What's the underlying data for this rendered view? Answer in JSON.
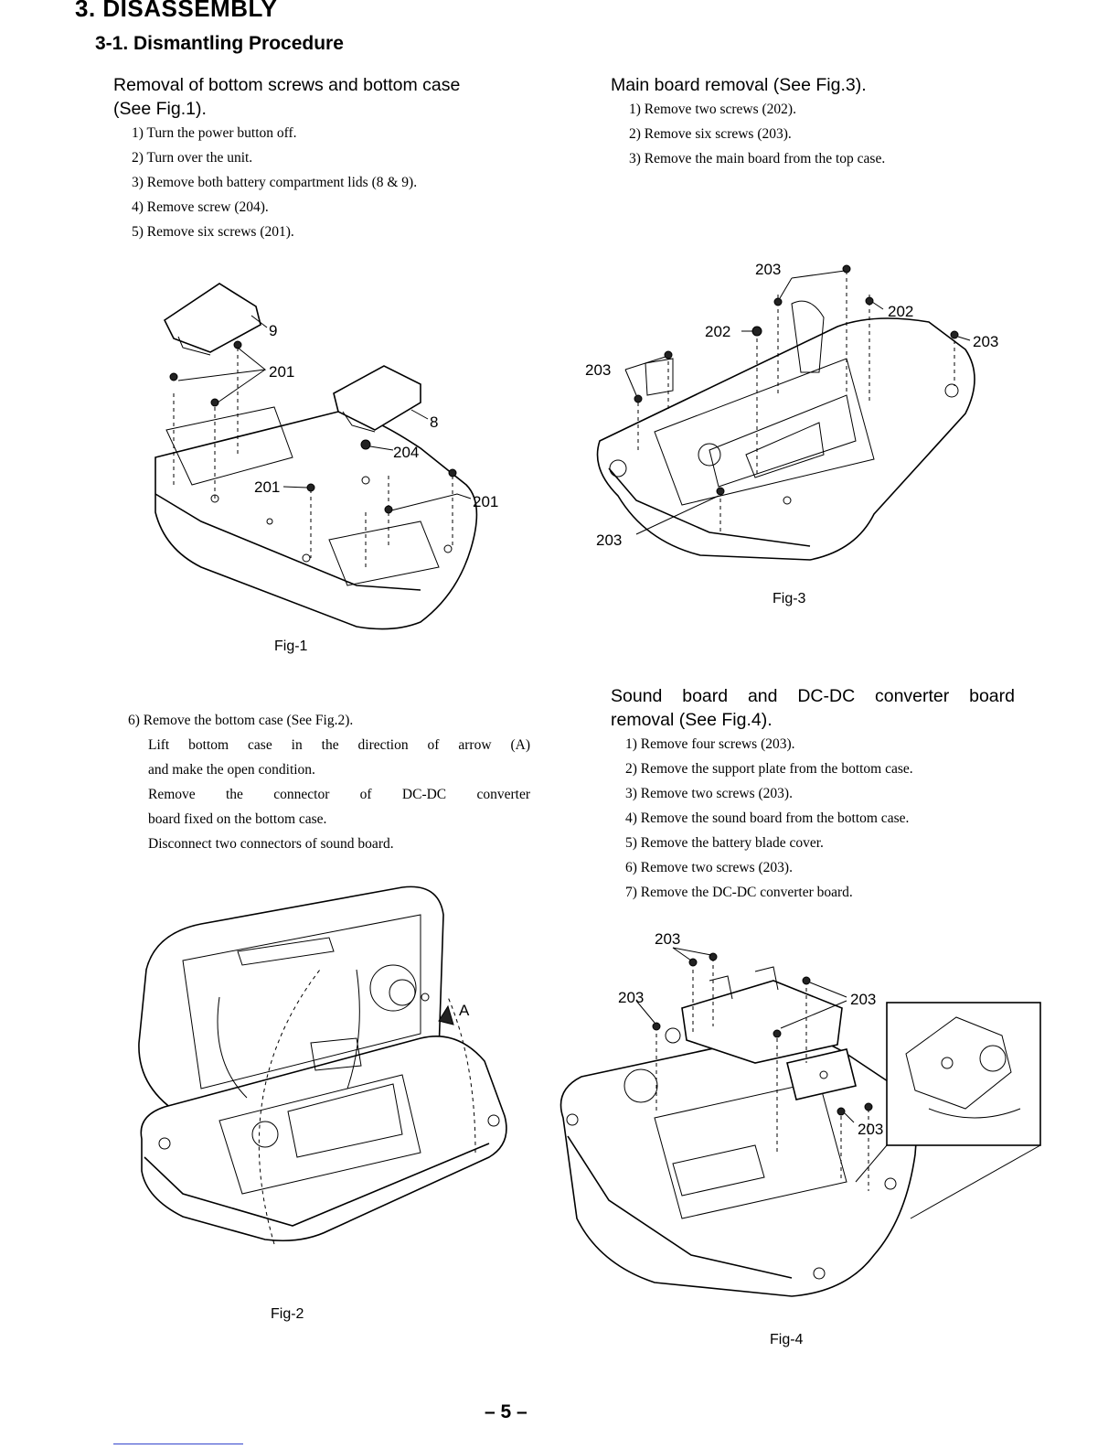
{
  "header": {
    "title": "3. DISASSEMBLY",
    "subtitle": "3-1. Dismantling Procedure"
  },
  "sections": {
    "bottom_case": {
      "heading_line1": "Removal of bottom screws and bottom case",
      "heading_line2": "(See Fig.1).",
      "steps": [
        "1) Turn the power button off.",
        "2) Turn over the unit.",
        "3) Remove both battery compartment lids (8 & 9).",
        "4) Remove screw (204).",
        "5) Remove six screws (201)."
      ]
    },
    "main_board": {
      "heading": "Main board removal (See Fig.3).",
      "steps": [
        "1) Remove two screws (202).",
        "2) Remove six screws (203).",
        "3) Remove the main board from the top case."
      ]
    },
    "step6": {
      "number": "6)",
      "lead": "Remove the bottom case (See Fig.2).",
      "lines": [
        "Lift bottom case in the direction of arrow (A)",
        "and make the open condition.",
        "Remove the connector of DC-DC converter",
        "board fixed on the bottom case.",
        "Disconnect two connectors of sound board."
      ]
    },
    "sound_board": {
      "heading_line1": "Sound board and DC-DC converter board",
      "heading_line2": "removal (See Fig.4).",
      "steps": [
        "1) Remove four screws (203).",
        "2) Remove the support plate from the bottom case.",
        "3) Remove two screws (203).",
        "4) Remove the sound board from the bottom case.",
        "5) Remove the battery blade cover.",
        "6) Remove two screws (203).",
        "7) Remove the DC-DC converter board."
      ]
    }
  },
  "figures": {
    "fig1": {
      "caption": "Fig-1",
      "labels": {
        "lid9": "9",
        "lid8": "8",
        "s201a": "201",
        "s201b": "201",
        "s201c": "201",
        "s204": "204"
      }
    },
    "fig2": {
      "caption": "Fig-2",
      "labels": {
        "arrow": "A"
      }
    },
    "fig3": {
      "caption": "Fig-3",
      "labels": {
        "a": "203",
        "b": "202",
        "c": "202",
        "d": "203",
        "e": "203",
        "f": "203"
      }
    },
    "fig4": {
      "caption": "Fig-4",
      "labels": {
        "a": "203",
        "b": "203",
        "c": "203",
        "d": "203"
      }
    }
  },
  "footer": {
    "page_number": "– 5 –"
  }
}
